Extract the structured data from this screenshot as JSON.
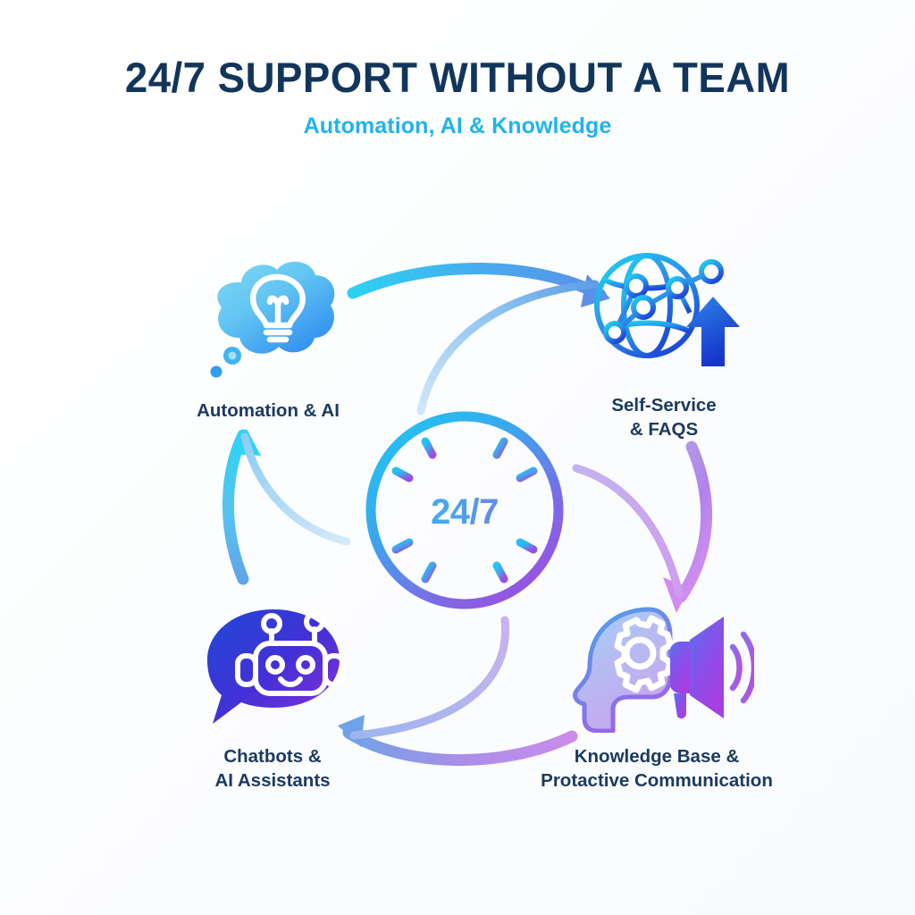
{
  "header": {
    "title": "24/7 SUPPORT WITHOUT A TEAM",
    "subtitle": "Automation, AI & Knowledge"
  },
  "center": {
    "label": "24/7",
    "icon": "clock-icon"
  },
  "nodes": [
    {
      "id": "automation-ai",
      "label": "Automation & AI",
      "icon": "thought-bubble-lightbulb-icon",
      "position": "top-left"
    },
    {
      "id": "self-service-faqs",
      "label": "Self-Service\n& FAQS",
      "icon": "network-globe-arrow-icon",
      "position": "top-right"
    },
    {
      "id": "chatbots-ai-assistants",
      "label": "Chatbots &\nAI Assistants",
      "icon": "chatbot-speech-bubble-icon",
      "position": "bottom-left"
    },
    {
      "id": "knowledge-base-communication",
      "label": "Knowledge Base &\nProtactive Communication",
      "icon": "head-gear-megaphone-icon",
      "position": "bottom-right"
    }
  ],
  "arrows": [
    {
      "id": "arrow-top",
      "from": "automation-ai",
      "to": "self-service-faqs",
      "direction": "right"
    },
    {
      "id": "arrow-right",
      "from": "self-service-faqs",
      "to": "knowledge-base-communication",
      "direction": "down"
    },
    {
      "id": "arrow-bottom",
      "from": "knowledge-base-communication",
      "to": "chatbots-ai-assistants",
      "direction": "left"
    },
    {
      "id": "arrow-left",
      "from": "chatbots-ai-assistants",
      "to": "automation-ai",
      "direction": "up"
    }
  ],
  "colors": {
    "title": "#12355b",
    "subtitle": "#20b4e8",
    "label": "#1b3a5e",
    "cyan": "#23bdf0",
    "blue": "#2f6fe0",
    "deep_blue": "#1a39c9",
    "purple": "#9b5de5",
    "violet": "#7b4fe0",
    "background": "#fdfdfe"
  }
}
